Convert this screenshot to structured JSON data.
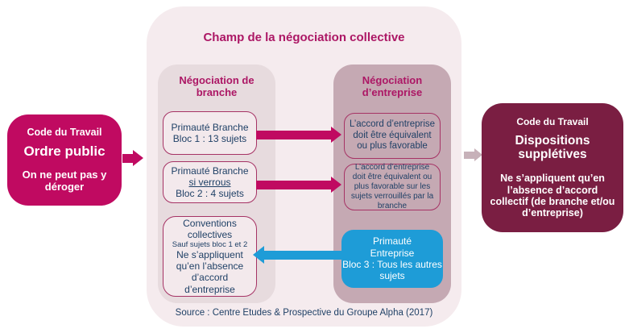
{
  "colors": {
    "magenta": "#C00A61",
    "magenta_text": "#AC1765",
    "maroon": "#7A1E42",
    "blue": "#1E9CD7",
    "container_bg": "#F5EBEE",
    "left_column_bg": "#E7DBDE",
    "right_column_bg": "#C5A9B3",
    "box_fill": "#F3E9EC",
    "box_border": "#A63365",
    "body_text": "#1F4066",
    "gray_arrow": "#C7B1B9"
  },
  "container": {
    "title": "Champ de la négociation collective",
    "source": "Source : Centre Etudes & Prospective du Groupe Alpha (2017)"
  },
  "ordre_public_box": {
    "title": "Code du Travail",
    "heading": "Ordre public",
    "note": "On ne peut pas y déroger"
  },
  "branch": {
    "header": "Négociation de branche",
    "bloc1": {
      "line1": "Primauté Branche",
      "line2": "Bloc 1 : 13 sujets"
    },
    "bloc2": {
      "line1": "Primauté Branche",
      "line2": "si verrous",
      "line3": "Bloc 2 :  4 sujets"
    },
    "bloc3": {
      "title": "Conventions collectives",
      "small": "Sauf sujets bloc 1 et 2",
      "body": "Ne s’appliquent qu’en l’absence d’accord d’entreprise"
    }
  },
  "enterprise": {
    "header": "Négociation d’entreprise",
    "box1": "L’accord d’entreprise doit être équivalent ou plus favorable",
    "box2": "L’accord d’entreprise doit être équivalent ou plus favorable sur les sujets verrouillés par la branche",
    "bloc3": {
      "line1": "Primauté",
      "line2": "Entreprise",
      "line3": "Bloc 3 : Tous les autres sujets"
    }
  },
  "suppletives_box": {
    "title": "Code du Travail",
    "heading": "Dispositions supplétives",
    "body": "Ne s’appliquent qu’en l’absence d’accord collectif (de branche et/ou d’entreprise)"
  }
}
